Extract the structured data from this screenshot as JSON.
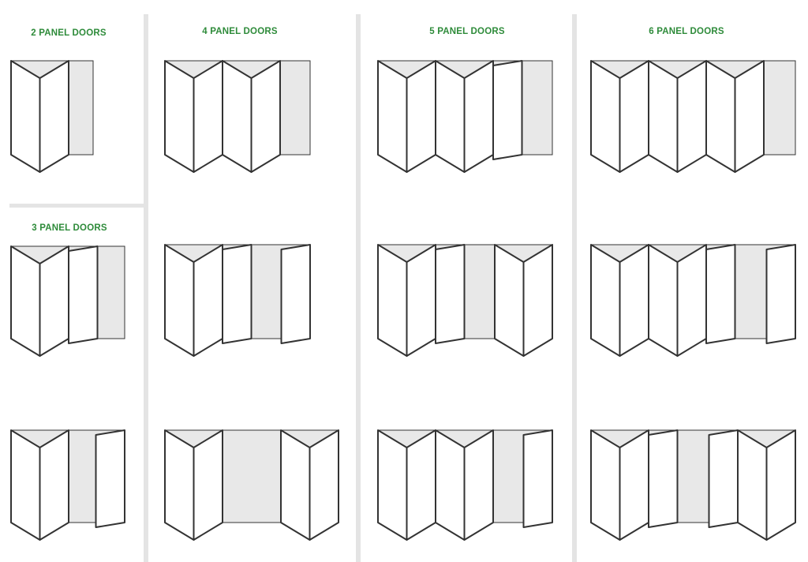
{
  "colors": {
    "title": "#2e8b3a",
    "line": "#333333",
    "shade": "#e8e8e8",
    "divider": "#e4e4e4"
  },
  "sections": [
    {
      "title": "2 PANEL DOORS"
    },
    {
      "title": "3 PANEL DOORS"
    },
    {
      "title": "4 PANEL DOORS"
    },
    {
      "title": "5 PANEL DOORS"
    },
    {
      "title": "6 PANEL DOORS"
    }
  ],
  "configurations": [
    {
      "section": 0,
      "name": "2-panel-left",
      "pattern": "V,D"
    },
    {
      "section": 1,
      "name": "3-panel-left",
      "pattern": "V,|,D"
    },
    {
      "section": 1,
      "name": "3-panel-split",
      "pattern": "V,D,|"
    },
    {
      "section": 2,
      "name": "4-panel-left",
      "pattern": "V,V,D"
    },
    {
      "section": 2,
      "name": "4-panel-3-1",
      "pattern": "V,|,D,|"
    },
    {
      "section": 2,
      "name": "4-panel-2-2",
      "pattern": "V,D,V"
    },
    {
      "section": 3,
      "name": "5-panel-left",
      "pattern": "V,V,|"
    },
    {
      "section": 3,
      "name": "5-panel-3-2",
      "pattern": "V,|,D,V"
    },
    {
      "section": 3,
      "name": "5-panel-4-1",
      "pattern": "V,V,D,|"
    },
    {
      "section": 4,
      "name": "6-panel-left",
      "pattern": "V,V,V,D"
    },
    {
      "section": 4,
      "name": "6-panel-5-1",
      "pattern": "V,V,|,D,|"
    },
    {
      "section": 4,
      "name": "6-panel-3-3",
      "pattern": "V,|,D,|,V"
    }
  ]
}
